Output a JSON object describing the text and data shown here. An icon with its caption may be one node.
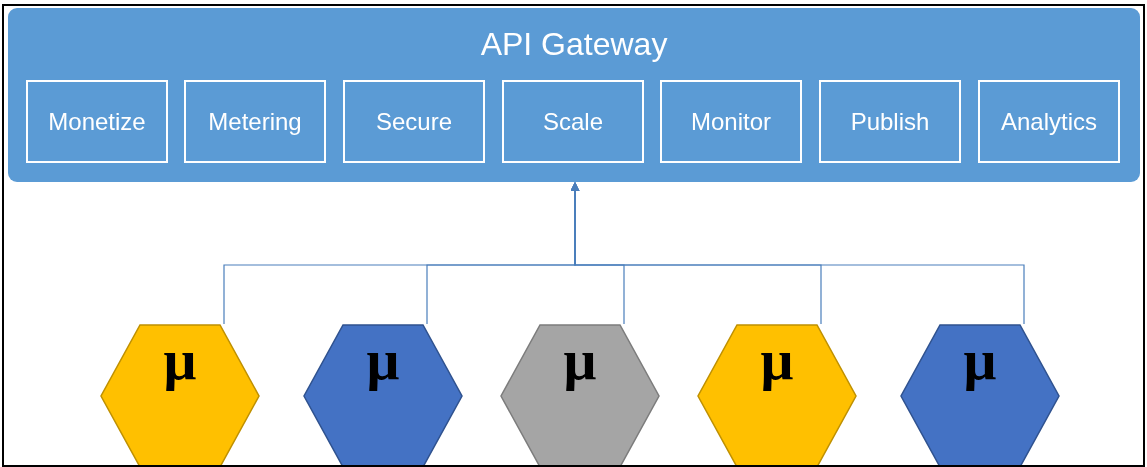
{
  "diagram": {
    "nodes": [
      {
        "text": [
          "API Gateway"
        ]
      },
      {
        "text": [
          "Monetize"
        ],
        "in": 0
      },
      {
        "text": [
          "Metering"
        ],
        "in": 0
      },
      {
        "text": [
          "Secure"
        ],
        "in": 0
      },
      {
        "text": [
          "Scale"
        ],
        "in": 0
      },
      {
        "text": [
          "Monitor"
        ],
        "in": 0
      },
      {
        "text": [
          "Publish"
        ],
        "in": 0
      },
      {
        "text": [
          "Analytics"
        ],
        "in": 0
      },
      {
        "text": [
          "μ"
        ]
      },
      {
        "text": [
          "μ"
        ]
      },
      {
        "text": [
          "μ"
        ]
      },
      {
        "text": [
          "μ"
        ]
      },
      {
        "text": [
          "μ"
        ]
      }
    ],
    "edges": [
      {
        "from": 8,
        "to": 0,
        "arrow": "to"
      },
      {
        "from": 9,
        "to": 0,
        "arrow": "to"
      },
      {
        "from": 10,
        "to": 0,
        "arrow": "to"
      },
      {
        "from": 11,
        "to": 0,
        "arrow": "to"
      },
      {
        "from": 12,
        "to": 0,
        "arrow": "to"
      }
    ]
  }
}
